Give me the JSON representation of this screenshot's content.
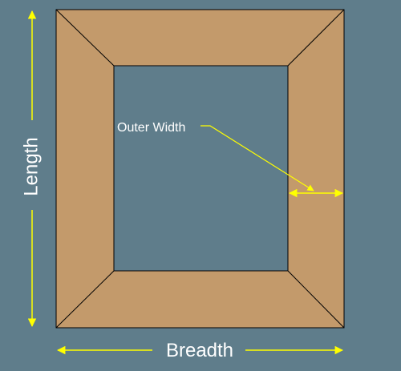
{
  "labels": {
    "length": "Length",
    "breadth": "Breadth",
    "outer_width": "Outer Width"
  },
  "colors": {
    "background": "#5f7d8b",
    "frame": "#c39a6b",
    "inner": "#5f7d8b",
    "outline": "#000000",
    "arrow": "#ffff00",
    "text": "#ffffff"
  }
}
